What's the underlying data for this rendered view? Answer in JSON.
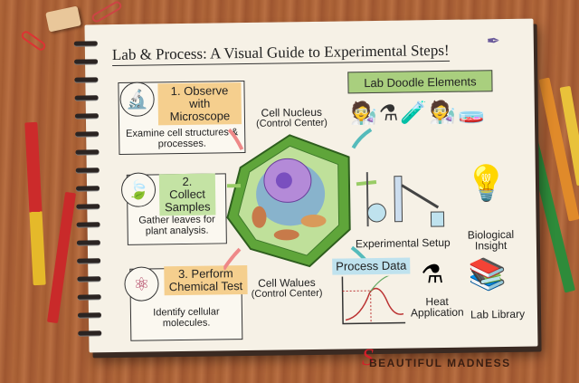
{
  "title": "Lab & Process: A Visual Guide to Experimental Steps!",
  "steps": [
    {
      "heading": "1. Observe with Microscope",
      "description": "Examine cell structures & processes.",
      "icon": "microscope-icon",
      "highlight": "#f5cf8e"
    },
    {
      "heading": "2. Collect Samples",
      "description": "Gather leaves for plant analysis.",
      "icon": "leaf-icon",
      "highlight": "#c4e3a4"
    },
    {
      "heading": "3. Perform Chemical Test",
      "description": "Identify cellular molecules.",
      "icon": "atom-icon",
      "highlight": "#f5cf8e"
    }
  ],
  "cell": {
    "nucleus_label": "Cell Nucleus",
    "nucleus_sub": "(Control Center)",
    "walues_label": "Cell Walues",
    "walues_sub": "(Control Center)"
  },
  "doodles": {
    "banner": "Lab Doodle Elements",
    "setup": "Experimental Setup",
    "insight_1": "Biological",
    "insight_2": "Insight",
    "process": "Process Data",
    "heat_1": "Heat",
    "heat_2": "Application",
    "library": "Lab Library"
  },
  "watermark": "BEAUTIFUL MADNESS",
  "colors": {
    "cell_green": "#7cc14f",
    "banner_green": "#a9cf7e",
    "process_blue": "#bfe2ee",
    "wood": "#a95f35"
  }
}
